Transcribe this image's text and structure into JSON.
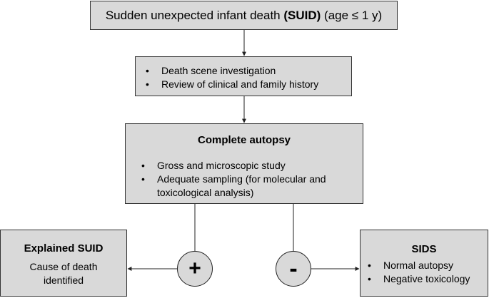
{
  "suid": {
    "main": "Sudden unexpected infant death ",
    "abbr": "(SUID)",
    "age": " (age ≤ 1 y)"
  },
  "investigation": {
    "items": [
      "Death scene investigation",
      "Review of clinical and family history"
    ]
  },
  "autopsy": {
    "title": "Complete autopsy",
    "items": [
      "Gross and microscopic study",
      "Adequate sampling (for molecular and toxicological analysis)"
    ]
  },
  "explained": {
    "title": "Explained SUID",
    "text": "Cause of death identified"
  },
  "sids": {
    "title": "SIDS",
    "items": [
      "Normal autopsy",
      "Negative toxicology"
    ]
  },
  "symbols": {
    "positive": "+",
    "negative": "-"
  }
}
